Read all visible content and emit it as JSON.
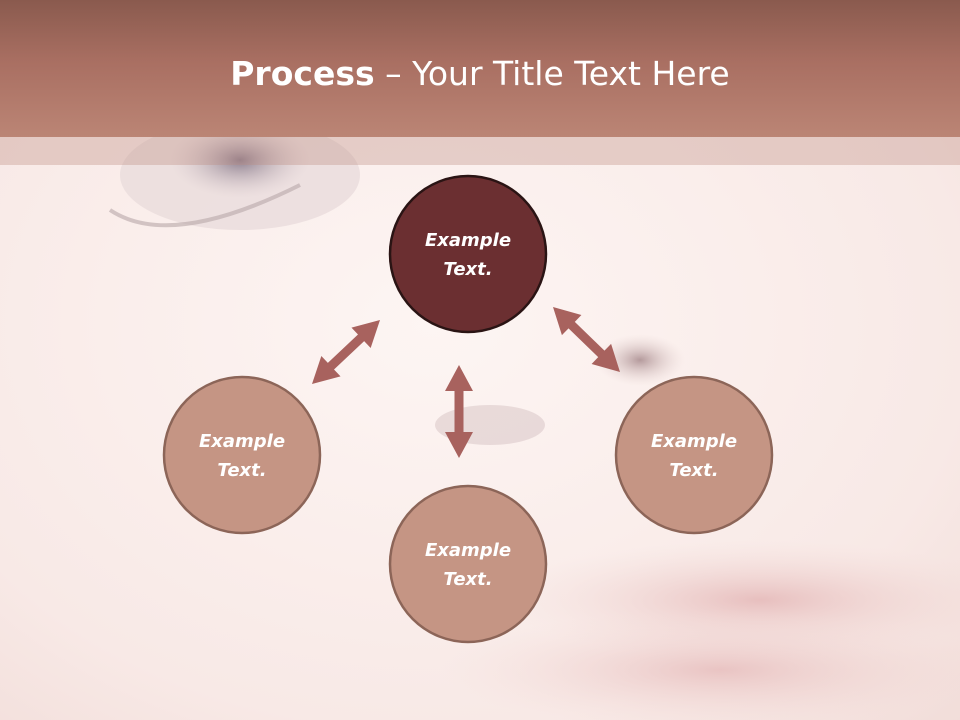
{
  "slide": {
    "title_bold": "Process",
    "title_rest": " – Your Title Text Here"
  },
  "diagram": {
    "type": "cycle-process",
    "nodes": [
      {
        "id": "top",
        "line1": "Example",
        "line2": "Text.",
        "fill": "#6b2f31",
        "stroke": "#2a1414"
      },
      {
        "id": "left",
        "line1": "Example",
        "line2": "Text.",
        "fill": "#c59584",
        "stroke": "#8c6558"
      },
      {
        "id": "bottom",
        "line1": "Example",
        "line2": "Text.",
        "fill": "#c59584",
        "stroke": "#8c6558"
      },
      {
        "id": "right",
        "line1": "Example",
        "line2": "Text.",
        "fill": "#c59584",
        "stroke": "#8c6558"
      }
    ],
    "connectors": [
      {
        "from": "top",
        "to": "left",
        "style": "double-arrow"
      },
      {
        "from": "top",
        "to": "bottom",
        "style": "double-arrow"
      },
      {
        "from": "top",
        "to": "right",
        "style": "double-arrow"
      }
    ],
    "arrow_color": "#a8625e"
  },
  "colors": {
    "header": "#a96f62",
    "background": "#fbf1ef",
    "title_text": "#ffffff"
  }
}
